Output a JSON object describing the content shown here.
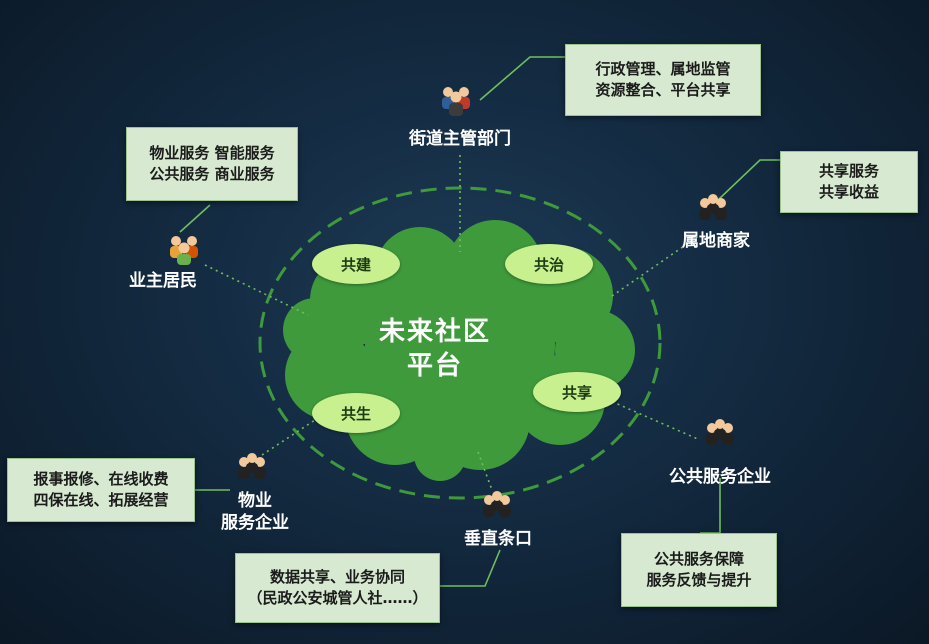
{
  "center": {
    "line1": "未来社区",
    "line2": "平台"
  },
  "pillars": {
    "build": "共建",
    "govern": "共治",
    "share": "共享",
    "live": "共生"
  },
  "nodes": {
    "street": {
      "label": "街道主管部门",
      "box": [
        "行政管理、属地监管",
        "资源整合、平台共享"
      ]
    },
    "merchants": {
      "label": "属地商家",
      "box": [
        "共享服务",
        "共享收益"
      ]
    },
    "residents": {
      "label": "业主居民",
      "box": [
        "物业服务 智能服务",
        "公共服务 商业服务"
      ]
    },
    "property": {
      "label_line1": "物业",
      "label_line2": "服务企业",
      "box": [
        "报事报修、在线收费",
        "四保在线、拓展经营"
      ]
    },
    "vertical": {
      "label": "垂直条口",
      "box": [
        "数据共享、业务协同",
        "（民政公安城管人社……）"
      ]
    },
    "public_service": {
      "label": "公共服务企业",
      "box": [
        "公共服务保障",
        "服务反馈与提升"
      ]
    }
  },
  "colors": {
    "cloud": "#3f9a3c",
    "oval": "#c8f08f",
    "box_bg": "#d7ead1",
    "dashed_ring": "#3f9a3c",
    "connector": "#6fbf5f"
  },
  "icons": [
    "people-group-icon"
  ]
}
